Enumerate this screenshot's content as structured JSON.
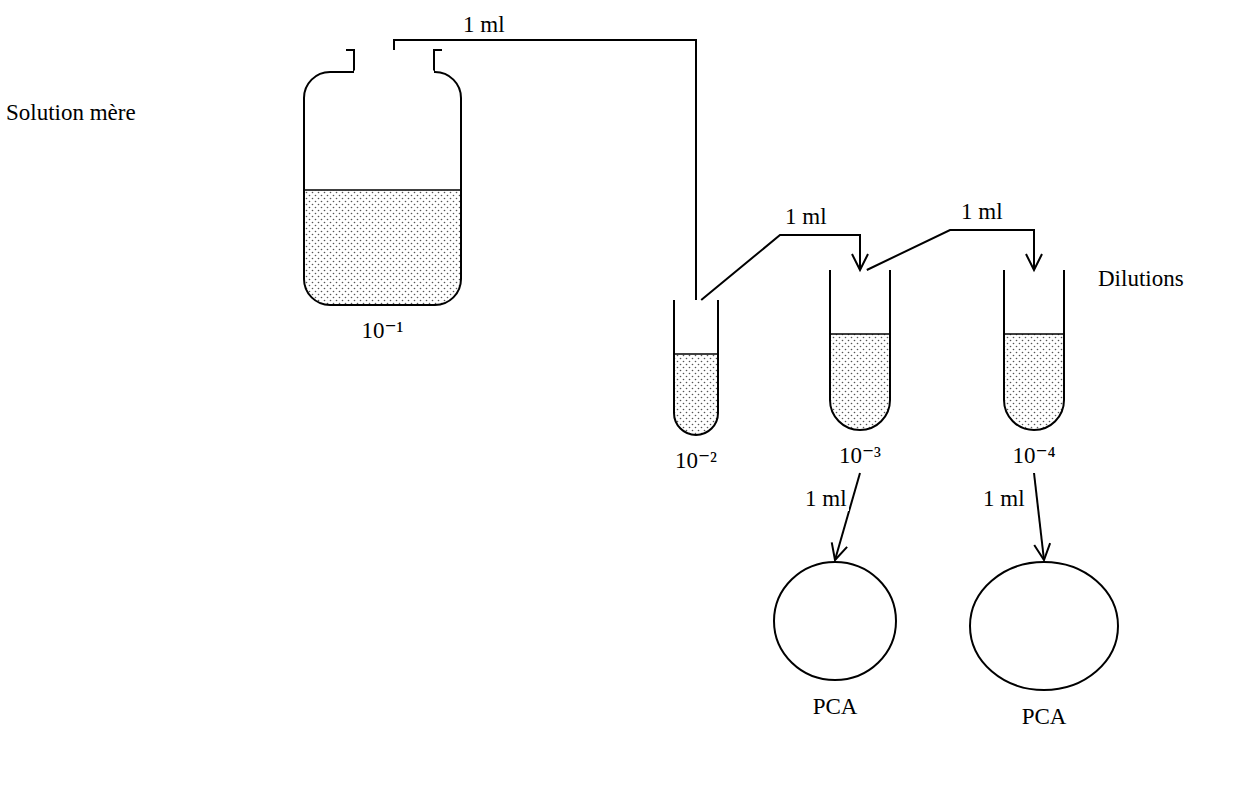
{
  "diagram": {
    "nodes": [
      {
        "text": [
          "10⁻¹"
        ]
      },
      {
        "text": [
          "10⁻²"
        ]
      },
      {
        "text": [
          "10⁻³"
        ]
      },
      {
        "text": [
          "10⁻⁴"
        ]
      },
      {
        "text": [
          "PCA"
        ]
      },
      {
        "text": [
          "PCA"
        ]
      }
    ],
    "edges": [
      {
        "from": 0,
        "to": 1,
        "label": "1 ml",
        "arrow": "none"
      },
      {
        "from": 1,
        "to": 2,
        "label": "1 ml",
        "arrow": "to"
      },
      {
        "from": 2,
        "to": 3,
        "label": "1 ml",
        "arrow": "to"
      },
      {
        "from": 2,
        "to": 4,
        "label": "1 ml",
        "arrow": "to"
      },
      {
        "from": 3,
        "to": 5,
        "label": "1 ml",
        "arrow": "to"
      }
    ],
    "labels": [
      "Solution mère",
      "Dilutions"
    ]
  }
}
